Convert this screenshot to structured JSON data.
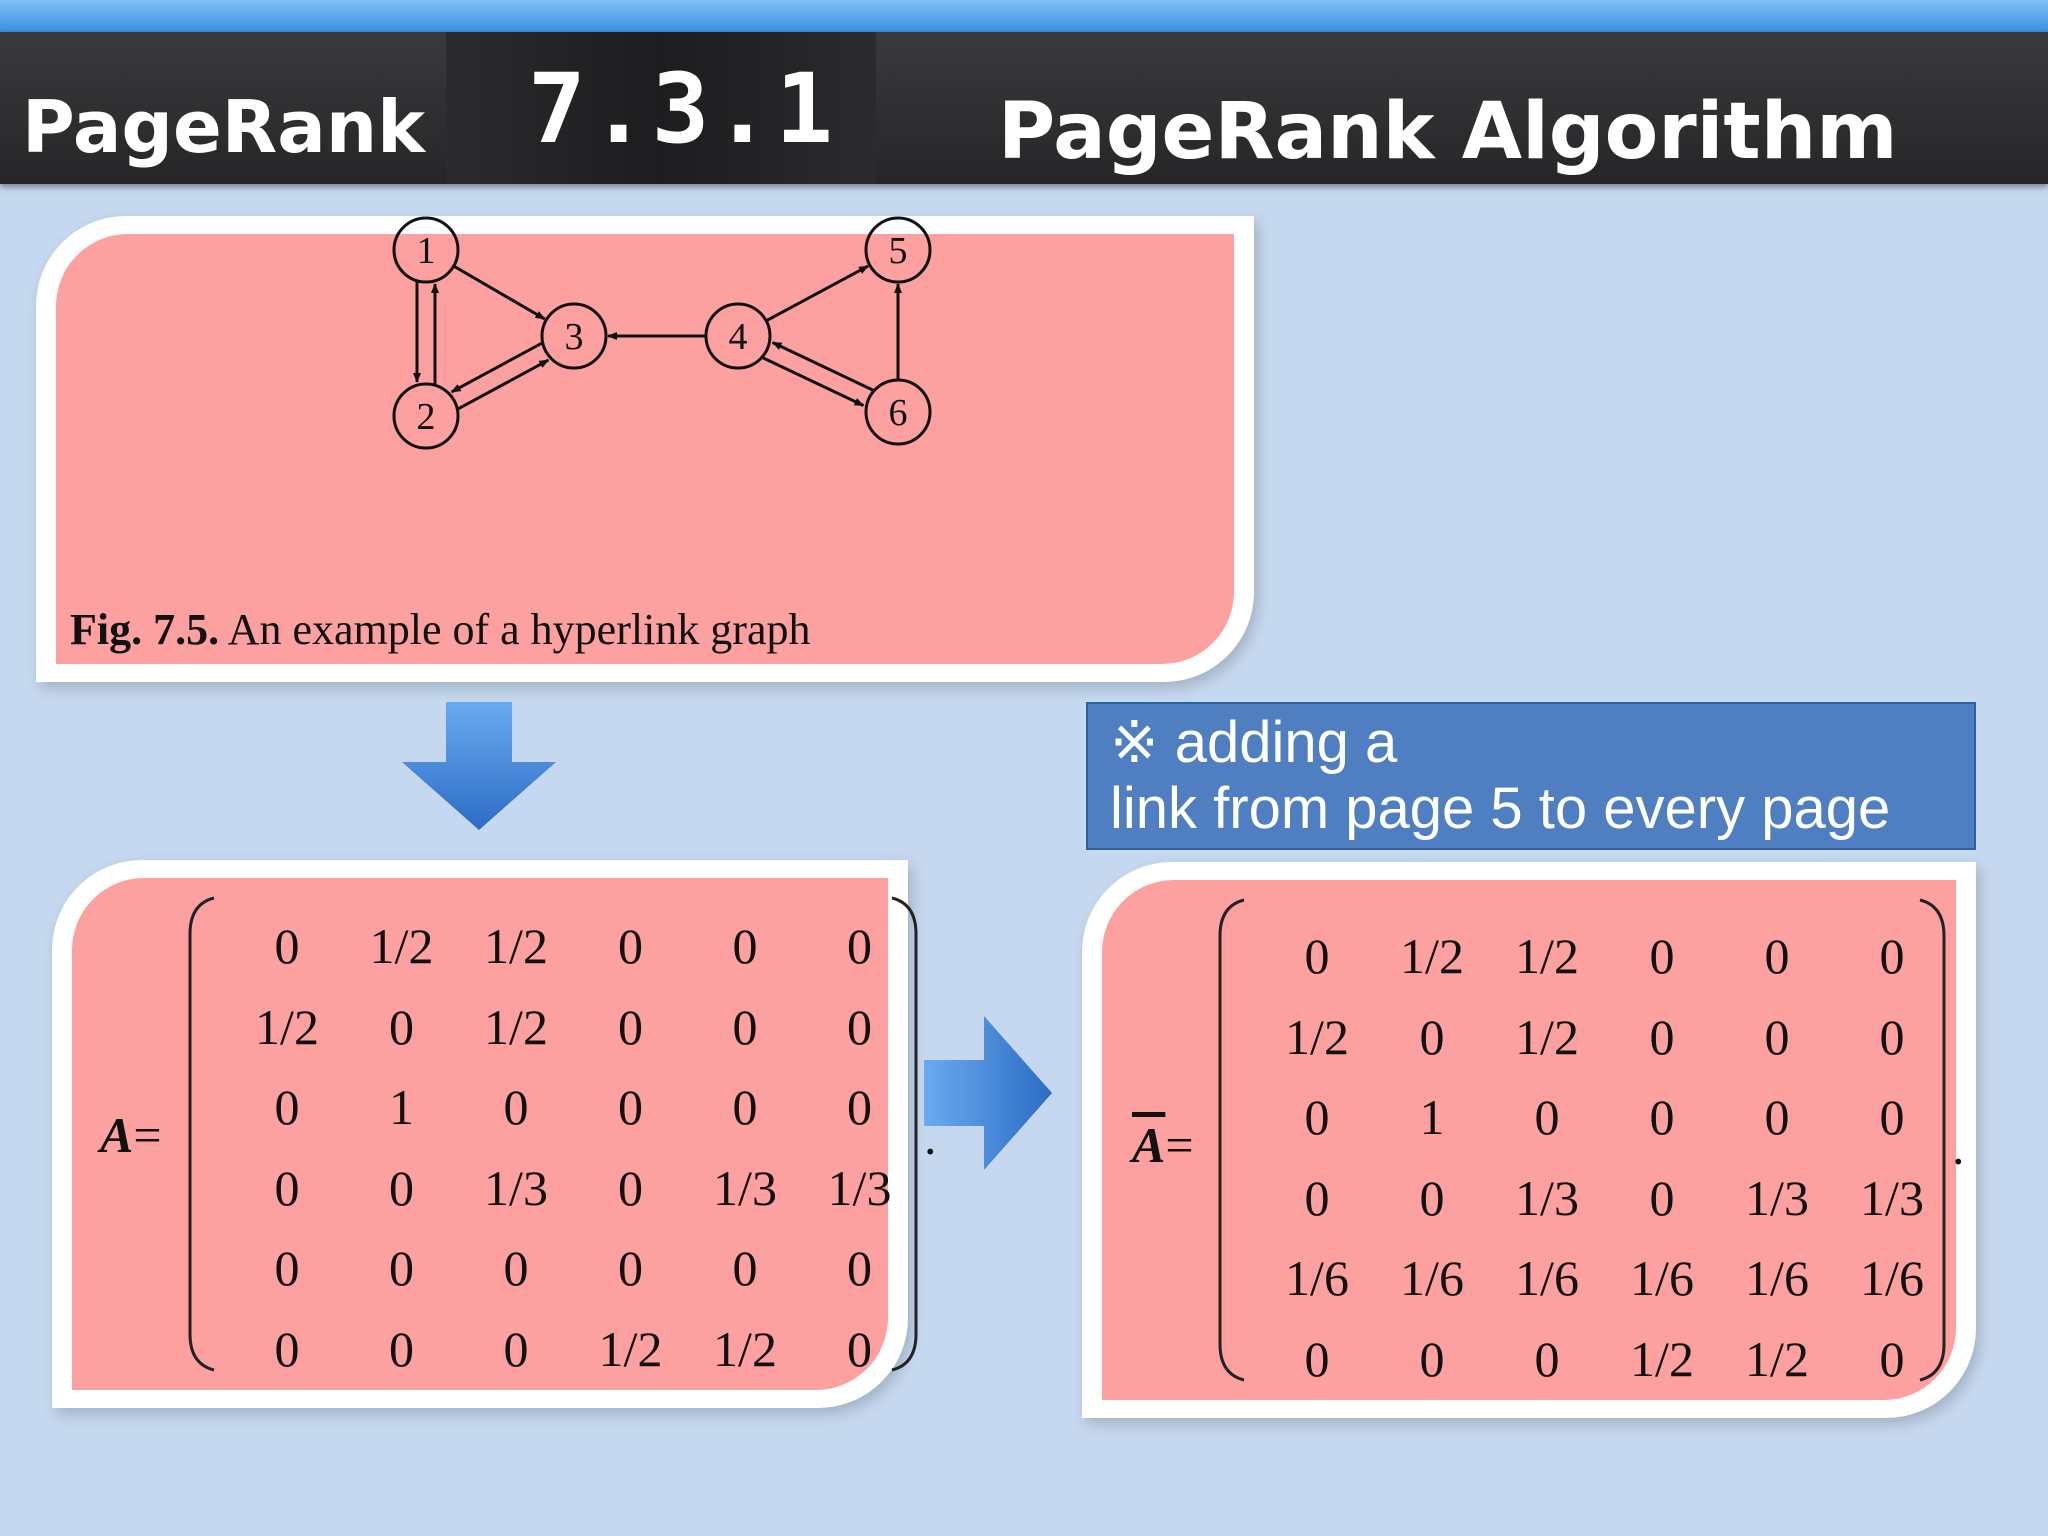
{
  "header": {
    "left": "PageRank",
    "section": "7.3.1",
    "title": "PageRank Algorithm"
  },
  "figure": {
    "caption_bold": "Fig. 7.5.",
    "caption_text": " An example of a hyperlink graph",
    "nodes": [
      "1",
      "2",
      "3",
      "4",
      "5",
      "6"
    ],
    "edges": [
      [
        "1",
        "3"
      ],
      [
        "1",
        "2"
      ],
      [
        "2",
        "1"
      ],
      [
        "2",
        "3"
      ],
      [
        "3",
        "2"
      ],
      [
        "4",
        "3"
      ],
      [
        "4",
        "5"
      ],
      [
        "4",
        "6"
      ],
      [
        "6",
        "4"
      ],
      [
        "6",
        "5"
      ]
    ]
  },
  "note": {
    "line1": "※ adding a",
    "line2": "link from page 5 to every page"
  },
  "matrix_a": {
    "label": "A",
    "eq": "=",
    "end": ".",
    "rows": [
      [
        "0",
        "1/2",
        "1/2",
        "0",
        "0",
        "0"
      ],
      [
        "1/2",
        "0",
        "1/2",
        "0",
        "0",
        "0"
      ],
      [
        "0",
        "1",
        "0",
        "0",
        "0",
        "0"
      ],
      [
        "0",
        "0",
        "1/3",
        "0",
        "1/3",
        "1/3"
      ],
      [
        "0",
        "0",
        "0",
        "0",
        "0",
        "0"
      ],
      [
        "0",
        "0",
        "0",
        "1/2",
        "1/2",
        "0"
      ]
    ]
  },
  "matrix_abar": {
    "label": "A",
    "eq": "=",
    "end": ".",
    "rows": [
      [
        "0",
        "1/2",
        "1/2",
        "0",
        "0",
        "0"
      ],
      [
        "1/2",
        "0",
        "1/2",
        "0",
        "0",
        "0"
      ],
      [
        "0",
        "1",
        "0",
        "0",
        "0",
        "0"
      ],
      [
        "0",
        "0",
        "1/3",
        "0",
        "1/3",
        "1/3"
      ],
      [
        "1/6",
        "1/6",
        "1/6",
        "1/6",
        "1/6",
        "1/6"
      ],
      [
        "0",
        "0",
        "0",
        "1/2",
        "1/2",
        "0"
      ]
    ]
  },
  "colors": {
    "background": "#c6d8ef",
    "header": "#2d2d2f",
    "card_fill": "#fca0a0",
    "note_fill": "#4f7fc0",
    "arrow": "#3f86d8"
  },
  "icons": [
    "down-arrow-icon",
    "right-arrow-icon"
  ]
}
